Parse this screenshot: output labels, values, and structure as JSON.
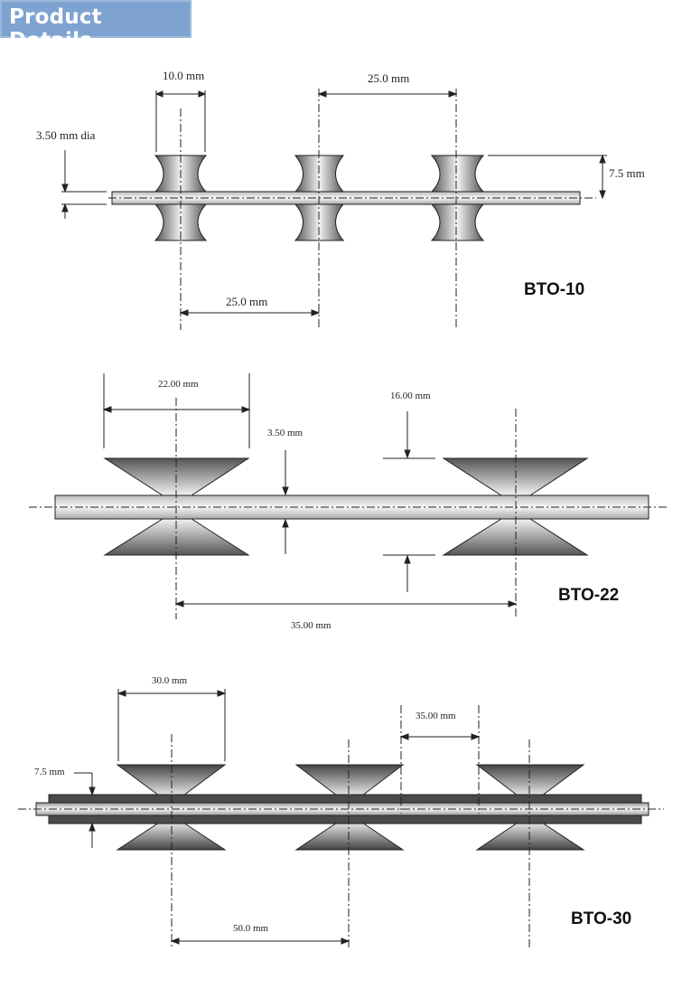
{
  "header": {
    "title": "Product Details"
  },
  "diagrams": [
    {
      "model": "BTO-10",
      "dims": {
        "blade_width": "10.0 mm",
        "spacing_top": "25.0 mm",
        "core_dia": "3.50 mm dia",
        "half_height": "7.5 mm",
        "spacing_bottom": "25.0 mm"
      }
    },
    {
      "model": "BTO-22",
      "dims": {
        "blade_width": "22.00 mm",
        "core": "3.50 mm",
        "height": "16.00 mm",
        "spacing": "35.00 mm"
      }
    },
    {
      "model": "BTO-30",
      "dims": {
        "blade_width": "30.0 mm",
        "gap": "35.00 mm",
        "half_height": "7.5 mm",
        "spacing": "50.0 mm"
      }
    }
  ],
  "colors": {
    "header_bg": "#7ea3d1",
    "line": "#222222",
    "blade_dark": "#5a5a5a",
    "blade_light": "#eeeeee"
  }
}
